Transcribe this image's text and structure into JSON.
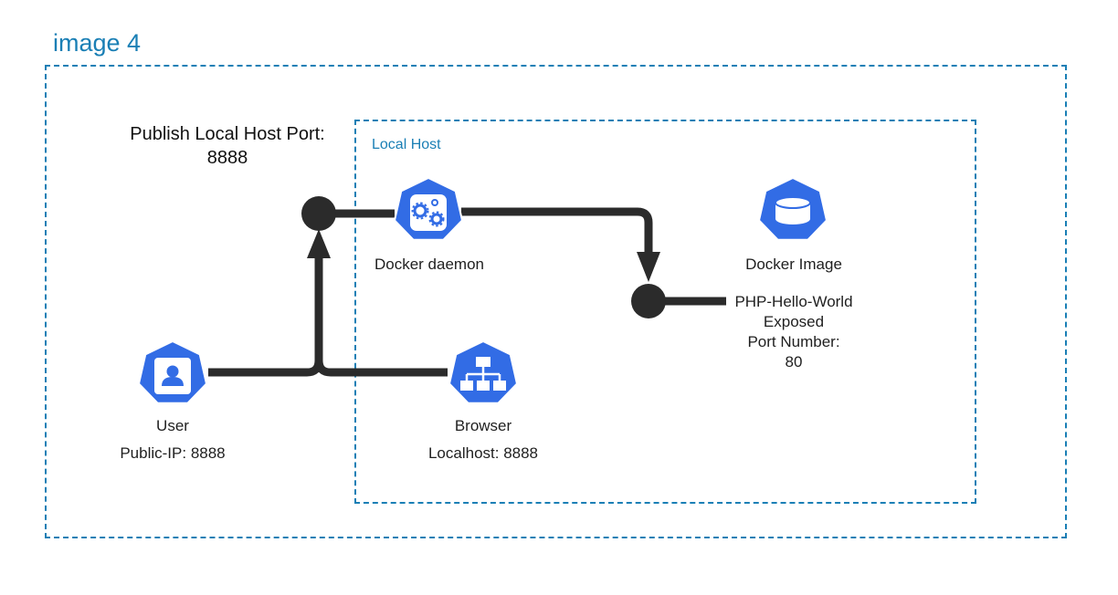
{
  "frame": {
    "title": "image 4"
  },
  "local_host": {
    "title": "Local Host"
  },
  "publish": {
    "line1": "Publish Local Host Port:",
    "line2": "8888"
  },
  "nodes": {
    "docker_daemon": {
      "label": "Docker daemon",
      "icon": "gears-icon"
    },
    "docker_image": {
      "label": "Docker Image",
      "icon": "database-icon"
    },
    "user": {
      "label": "User",
      "sub": "Public-IP: 8888",
      "icon": "user-badge-icon"
    },
    "browser": {
      "label": "Browser",
      "sub": "Localhost: 8888",
      "icon": "sitemap-icon"
    }
  },
  "php": {
    "line1": "PHP-Hello-World",
    "line2": "Exposed",
    "line3": "Port Number:",
    "line4": "80"
  },
  "colors": {
    "frame": "#1a7fb5",
    "node": "#326ce5",
    "connector": "#2b2b2b"
  }
}
